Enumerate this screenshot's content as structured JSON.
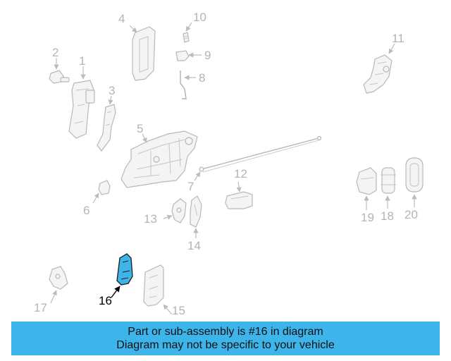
{
  "diagram": {
    "callouts": [
      "1",
      "2",
      "3",
      "4",
      "5",
      "6",
      "7",
      "8",
      "9",
      "10",
      "11",
      "12",
      "13",
      "14",
      "15",
      "16",
      "17",
      "18",
      "19",
      "20"
    ],
    "highlighted_part": "16",
    "highlight_color": "#3db4ea",
    "line_color": "#b8b8b8"
  },
  "banner": {
    "line1": "Part or sub-assembly is #16 in diagram",
    "line2": "Diagram may not be specific to your vehicle",
    "background": "#3db4ea"
  }
}
